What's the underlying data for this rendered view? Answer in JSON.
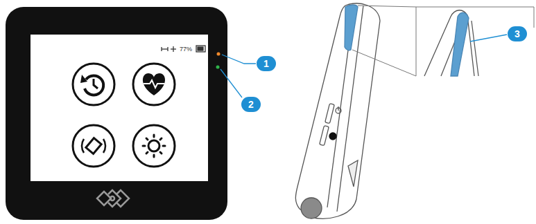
{
  "diagram": {
    "labels": [
      "77%",
      "1",
      "2",
      "3"
    ]
  }
}
